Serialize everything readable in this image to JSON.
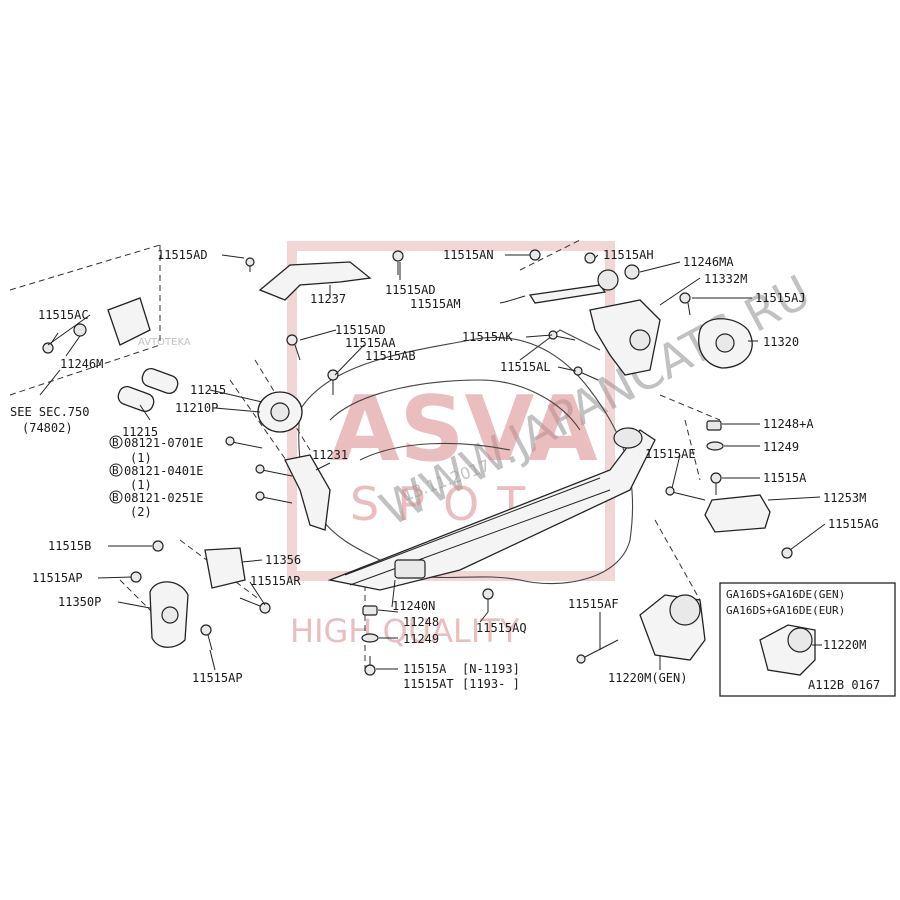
{
  "watermarks": {
    "site": "WWW.JAPANCATS.RU",
    "brand": "ASVA",
    "spot": "SPOT",
    "quality": "HIGH QUALITY",
    "date": "13.11.2017",
    "avtoteka": "AVTOTEKA"
  },
  "labels": {
    "l_11515AD_top": "11515AD",
    "l_11515AC": "11515AC",
    "l_11246M": "11246M",
    "l_see_sec": "SEE SEC.750",
    "l_74802": "(74802)",
    "l_11237": "11237",
    "l_11515AD_mid": "11515AD",
    "l_11515AN": "11515AN",
    "l_11515AH": "11515AH",
    "l_11246MA": "11246MA",
    "l_11332M": "11332M",
    "l_11515AM": "11515AM",
    "l_11515AJ": "11515AJ",
    "l_11515AK": "11515AK",
    "l_11320": "11320",
    "l_11515AD_c": "11515AD",
    "l_11515AA": "11515AA",
    "l_11515AB": "11515AB",
    "l_11515AL": "11515AL",
    "l_11215_a": "11215",
    "l_11210P": "11210P",
    "l_11215_b": "11215",
    "l_0701E": "08121-0701E",
    "l_0701E_q": "(1)",
    "l_0401E": "08121-0401E",
    "l_0401E_q": "(1)",
    "l_0251E": "08121-0251E",
    "l_0251E_q": "(2)",
    "l_b1": "B",
    "l_b2": "B",
    "l_b3": "B",
    "l_11231": "11231",
    "l_11248A": "11248+A",
    "l_11249_r": "11249",
    "l_11515AE": "11515AE",
    "l_11515A_r": "11515A",
    "l_11253M": "11253M",
    "l_11515AG": "11515AG",
    "l_11515B": "11515B",
    "l_11356": "11356",
    "l_11515AP_a": "11515AP",
    "l_11515AR": "11515AR",
    "l_11350P": "11350P",
    "l_11240N": "11240N",
    "l_11248": "11248",
    "l_11249_c": "11249",
    "l_11515AQ": "11515AQ",
    "l_11515AF": "11515AF",
    "l_11515A_c": "11515A",
    "l_11515A_c_range": "[N-1193]",
    "l_11515AT": "11515AT",
    "l_11515AT_range": "[1193-    ]",
    "l_11515AP_b": "11515AP",
    "l_11220M_gen": "11220M(GEN)",
    "l_box_line1": "GA16DS+GA16DE(GEN)",
    "l_box_line2": "GA16DS+GA16DE(EUR)",
    "l_11220M_box": "11220M",
    "l_code": "A112B 0167"
  }
}
